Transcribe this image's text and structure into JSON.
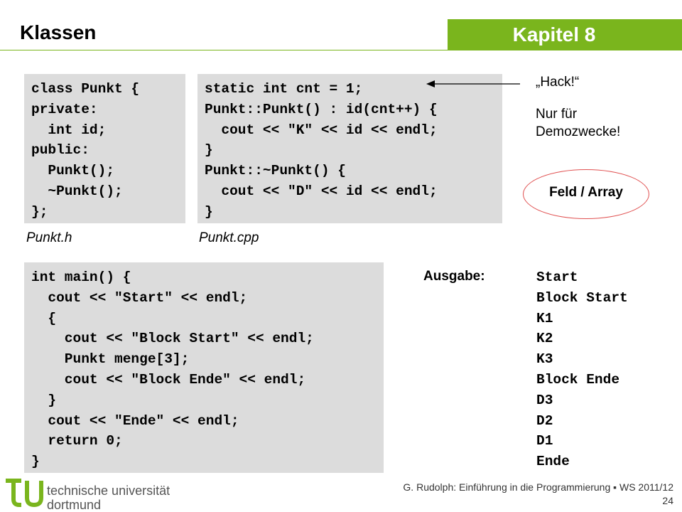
{
  "header": {
    "title": "Klassen",
    "chapter": "Kapitel 8"
  },
  "code_header": [
    "class Punkt {",
    "private:",
    "  int id;",
    "public:",
    "  Punkt();",
    "  ~Punkt();",
    "};"
  ],
  "code_impl": [
    "static int cnt = 1;",
    "Punkt::Punkt() : id(cnt++) {",
    "  cout << \"K\" << id << endl;",
    "}",
    "Punkt::~Punkt() {",
    "  cout << \"D\" << id << endl;",
    "}"
  ],
  "code_main": [
    "int main() {",
    "  cout << \"Start\" << endl;",
    "  {",
    "    cout << \"Block Start\" << endl;",
    "    Punkt menge[3];",
    "    cout << \"Block Ende\" << endl;",
    "  }",
    "  cout << \"Ende\" << endl;",
    "  return 0;",
    "}"
  ],
  "captions": {
    "header_file": "Punkt.h",
    "impl_file": "Punkt.cpp"
  },
  "notes": {
    "hack": "„Hack!“",
    "demo_line1": "Nur für",
    "demo_line2": "Demozwecke!"
  },
  "highlight": {
    "label": "Feld / Array"
  },
  "output": {
    "label": "Ausgabe:",
    "lines": [
      "Start",
      "Block Start",
      "K1",
      "K2",
      "K3",
      "Block Ende",
      "D3",
      "D2",
      "D1",
      "Ende"
    ]
  },
  "footer": {
    "logo_line1": "technische universität",
    "logo_line2": "dortmund",
    "credit": "G. Rudolph: Einführung in die Programmierung ▪ WS 2011/12",
    "page": "24"
  },
  "colors": {
    "accent": "#7ab51d",
    "code_bg": "#dcdcdc",
    "ellipse": "#e05050"
  }
}
